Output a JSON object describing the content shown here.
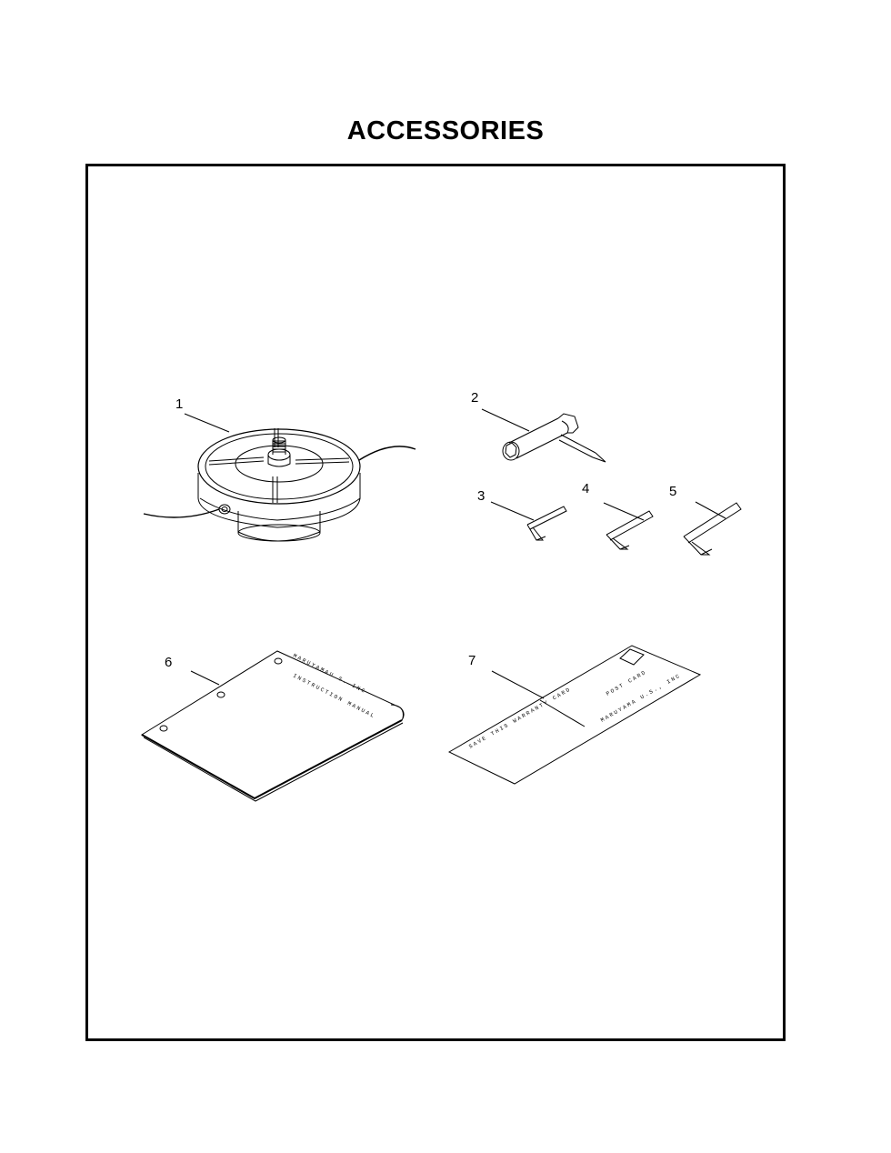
{
  "title": "ACCESSORIES",
  "callouts": [
    "1",
    "2",
    "3",
    "4",
    "5",
    "6",
    "7"
  ],
  "manual": {
    "brand": "MARUYAMAU S. INC",
    "subtitle": "INSTRUCTION MANUAL"
  },
  "warranty_card": {
    "left_text": "SAVE THIS WARRANTY CARD",
    "right_title": "POST CARD",
    "right_brand": "MARUYAMA U.S., INC"
  }
}
